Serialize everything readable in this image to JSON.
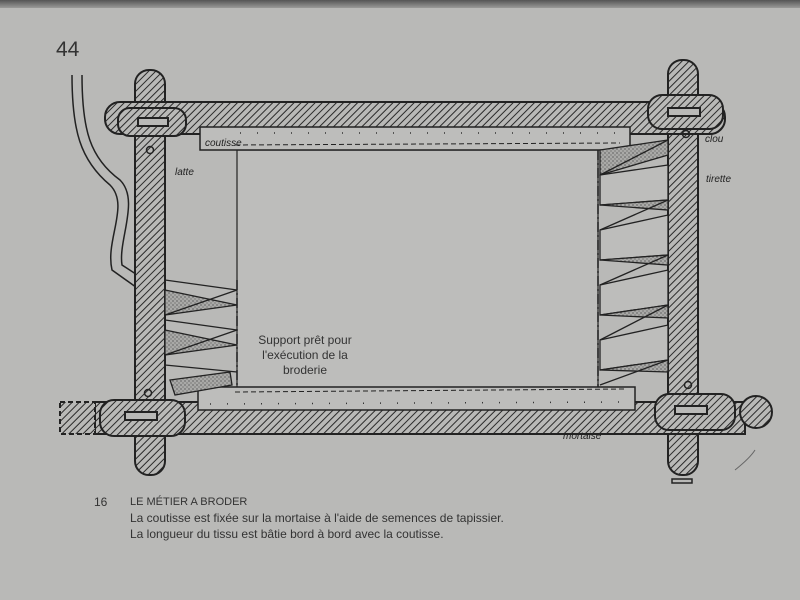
{
  "page_number": "44",
  "diagram": {
    "labels": {
      "coutisse": "coutisse",
      "latte": "latte",
      "clou": "clou",
      "tirette": "tirette",
      "mortaise": "mortaise"
    },
    "center_text": [
      "Support prêt pour",
      "l'exécution de la",
      "broderie"
    ]
  },
  "caption": {
    "figure_number": "16",
    "title": "LE MÉTIER A BRODER",
    "lines": [
      "La coutisse est fixée sur la mortaise à l'aide de semences de tapissier.",
      "La longueur du tissu est bâtie bord à bord avec la coutisse."
    ]
  }
}
